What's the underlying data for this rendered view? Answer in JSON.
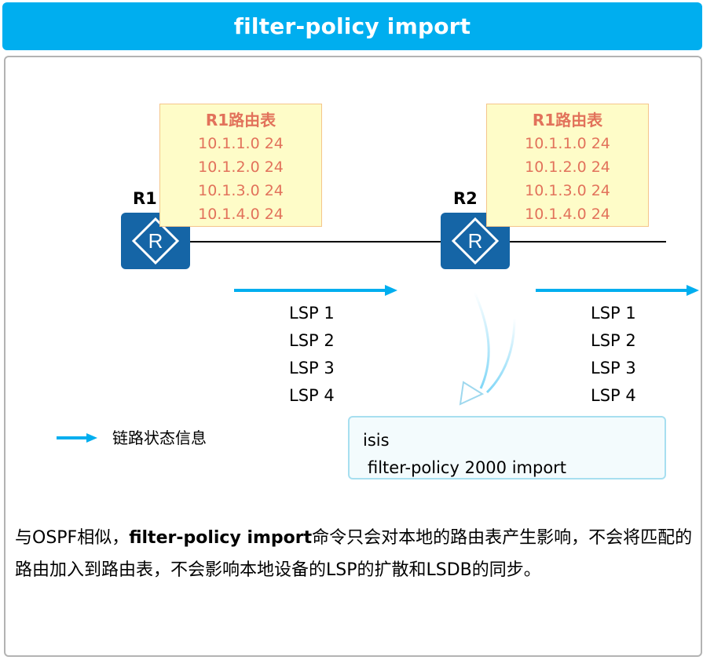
{
  "title": "filter-policy import",
  "routers": [
    {
      "label": "R1",
      "table": {
        "title": "R1路由表",
        "routes": [
          "10.1.1.0 24",
          "10.1.2.0 24",
          "10.1.3.0 24",
          "10.1.4.0 24"
        ]
      }
    },
    {
      "label": "R2",
      "table": {
        "title": "R1路由表",
        "routes": [
          "10.1.1.0 24",
          "10.1.2.0 24",
          "10.1.3.0 24",
          "10.1.4.0 24"
        ]
      }
    }
  ],
  "lsp_lists": [
    [
      "LSP 1",
      "LSP 2",
      "LSP 3",
      "LSP 4"
    ],
    [
      "LSP 1",
      "LSP 2",
      "LSP 3",
      "LSP 4"
    ]
  ],
  "legend": {
    "label": "链路状态信息"
  },
  "config": {
    "line1": "isis",
    "line2": "filter-policy 2000 import"
  },
  "description": {
    "part1": "与OSPF相似，",
    "bold": "filter-policy import",
    "part2": "命令只会对本地的路由表产生影响，不会将匹配的路由加入到路由表，不会影响本地设备的LSP的扩散和LSDB的同步。"
  },
  "colors": {
    "title_bg": "#00aeef",
    "router": "#1565a6",
    "arrow": "#00aeef",
    "table_bg": "#fefcc8",
    "table_text": "#e2725b"
  }
}
